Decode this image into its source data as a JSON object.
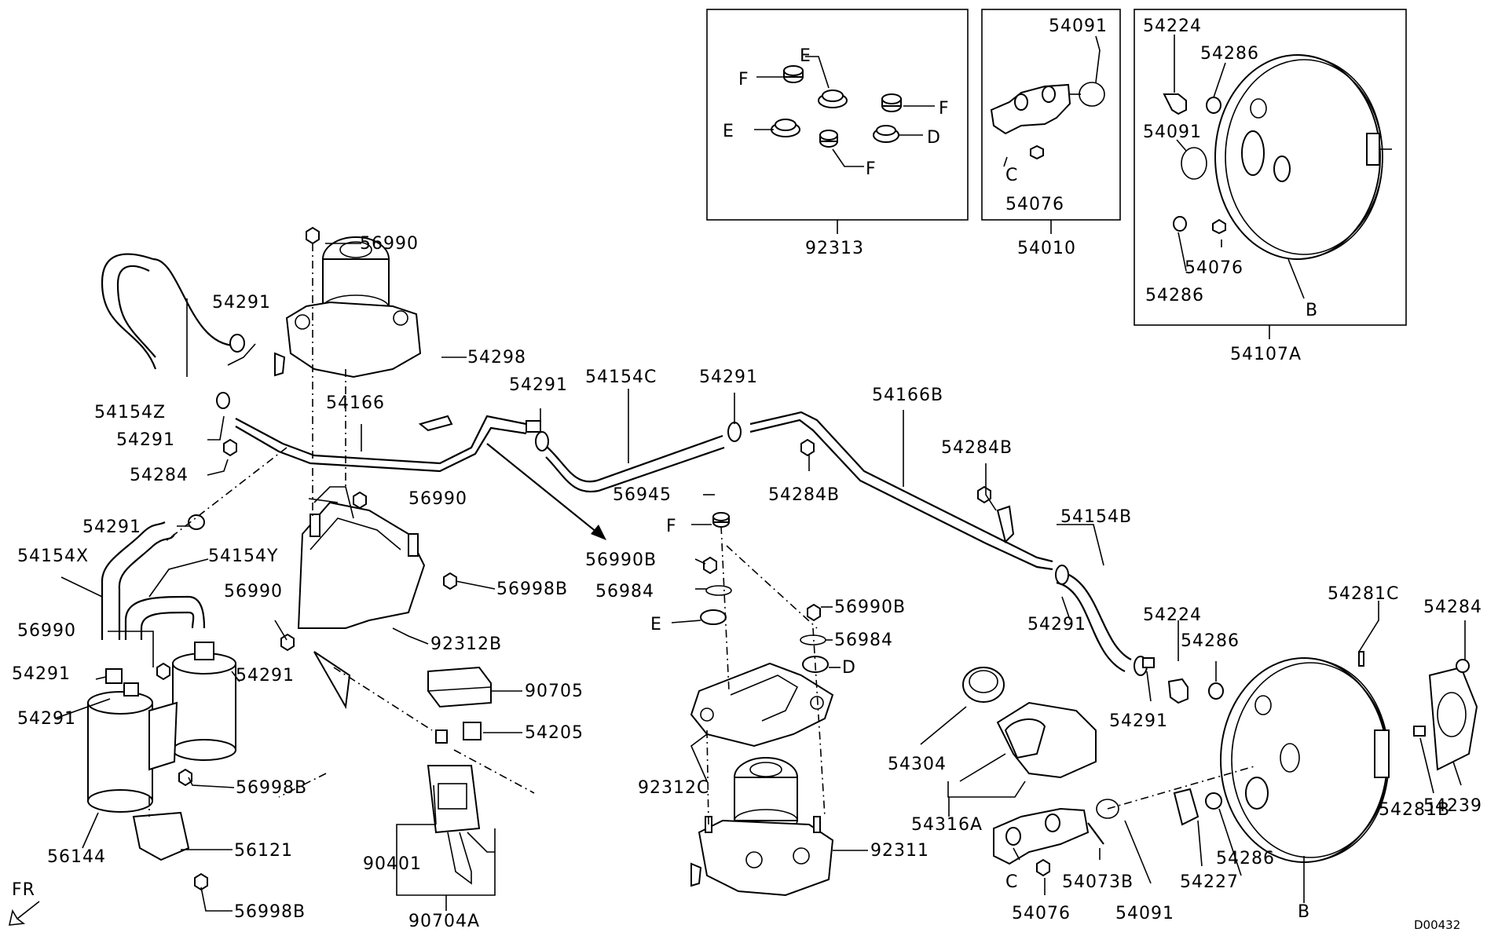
{
  "diagram": {
    "code": "D00432",
    "direction_label": "FR",
    "boxes": [
      {
        "label": "92313",
        "letters": [
          "E",
          "F",
          "E",
          "F",
          "D",
          "F"
        ]
      },
      {
        "label": "54010",
        "parts": [
          "54091",
          "54076"
        ],
        "letters": [
          "C"
        ]
      },
      {
        "label": "54107A",
        "parts": [
          "54224",
          "54286",
          "54091",
          "54076",
          "54286"
        ],
        "letters": [
          "B"
        ]
      }
    ],
    "labels": [
      "56990",
      "54291",
      "54298",
      "54166",
      "54154Z",
      "54291",
      "54284",
      "54291",
      "54154C",
      "54291",
      "54166B",
      "54284B",
      "54284B",
      "56990",
      "54291",
      "54154X",
      "54154Y",
      "56998B",
      "56990",
      "56990",
      "54291",
      "54291",
      "54291",
      "92312B",
      "56945",
      "F",
      "56990B",
      "56984",
      "E",
      "56990B",
      "56984",
      "D",
      "90705",
      "54205",
      "90401",
      "90704A",
      "56998B",
      "56121",
      "56998B",
      "56144",
      "92312C",
      "92311",
      "54154B",
      "54291",
      "54224",
      "54286",
      "54291",
      "54304",
      "54316A",
      "C",
      "54076",
      "54073B",
      "54091",
      "54227",
      "54286",
      "B",
      "54281C",
      "54284",
      "54239",
      "54281B"
    ]
  }
}
